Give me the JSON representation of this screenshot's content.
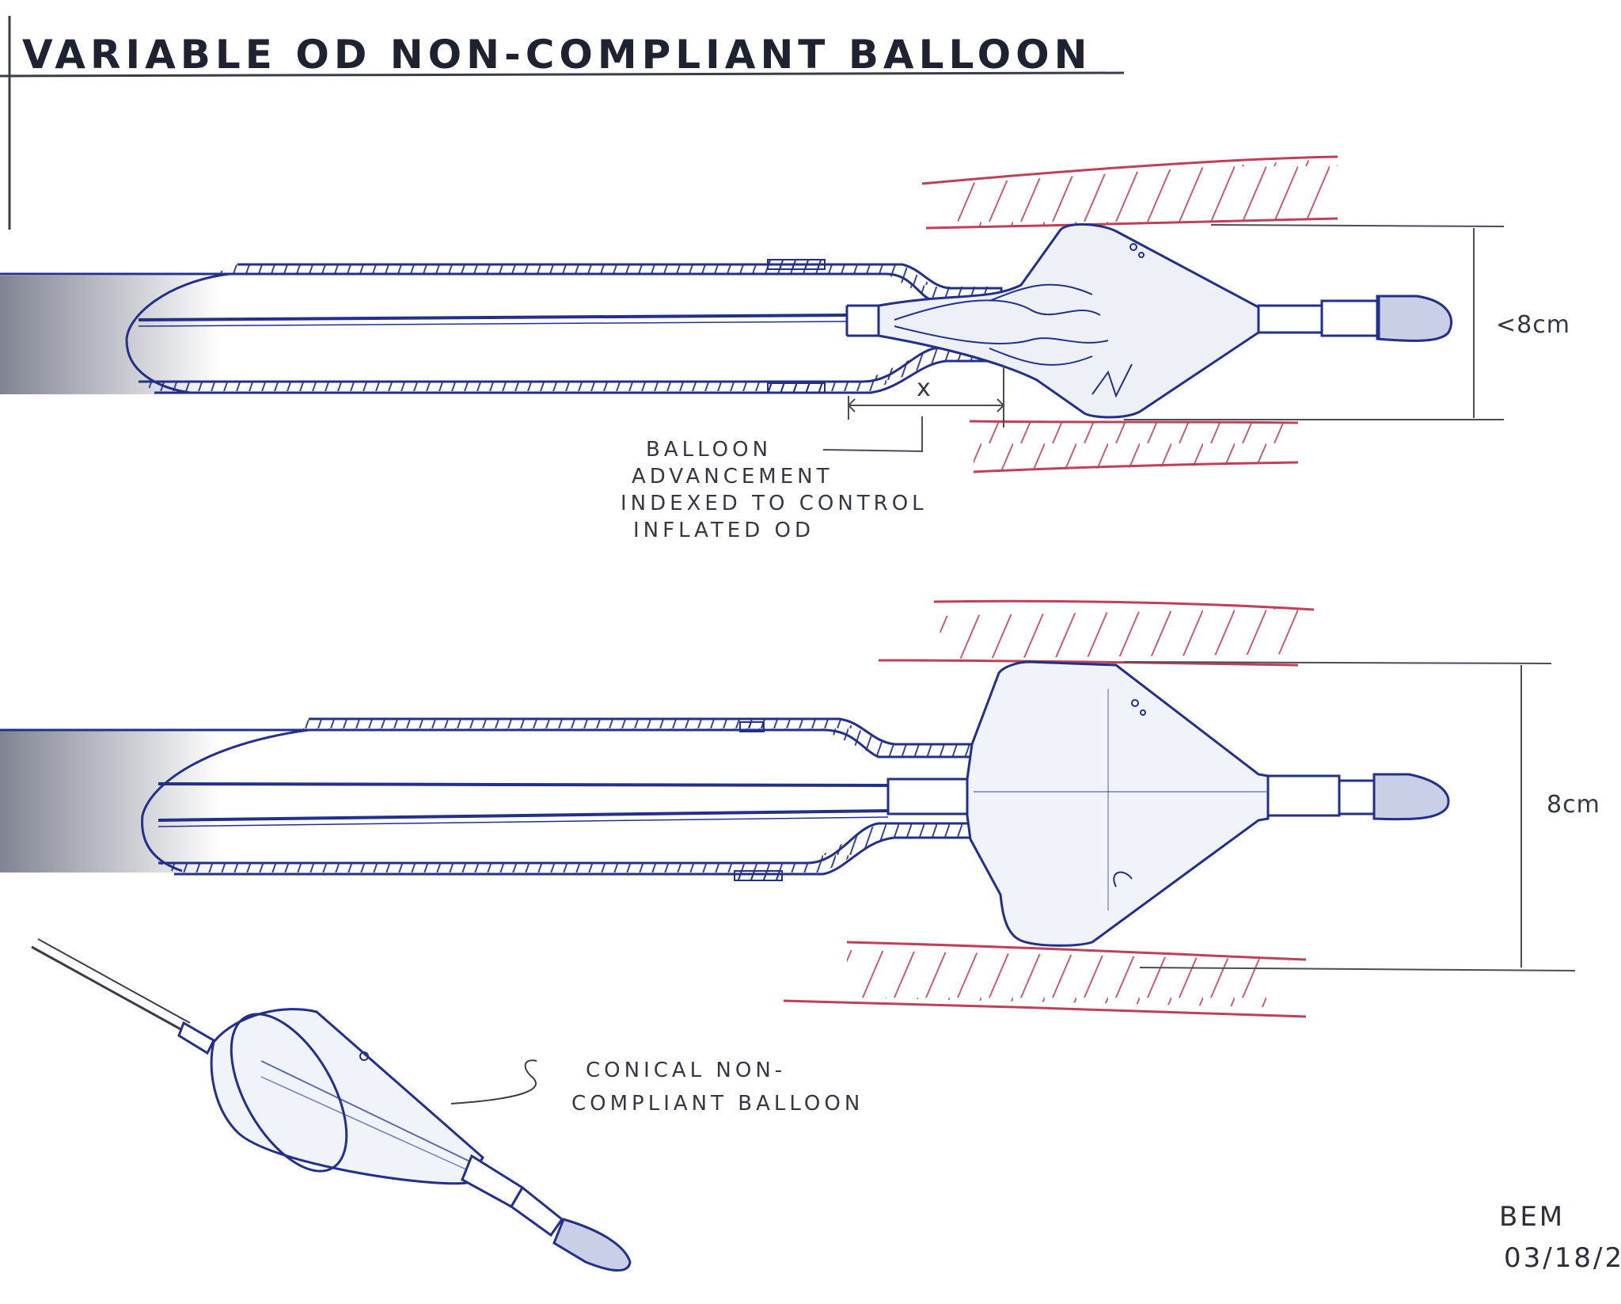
{
  "title": "VARIABLE OD NON-COMPLIANT BALLOON",
  "figure1": {
    "dimension_label": "<8cm",
    "offset_label": "x",
    "note_lines": [
      "BALLOON",
      "ADVANCEMENT",
      "INDEXED TO CONTROL",
      "INFLATED OD"
    ]
  },
  "figure2": {
    "dimension_label": "8cm"
  },
  "figure3": {
    "note_lines": [
      "CONICAL NON-",
      "COMPLIANT BALLOON"
    ]
  },
  "signature": {
    "initials": "BEM",
    "date": "03/18/2"
  },
  "colors": {
    "ink_blue": "#23308a",
    "ink_dark": "#2c2f3a",
    "vessel_red": "#c0405a",
    "paper": "#ffffff"
  }
}
